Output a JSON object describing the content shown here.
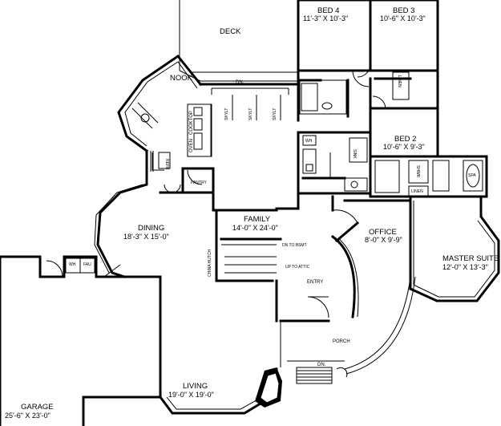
{
  "rooms": {
    "deck": {
      "name": "DECK"
    },
    "nook": {
      "name": "NOOK"
    },
    "bed4": {
      "name": "BED 4",
      "size": "11'-3\" X 10'-3\""
    },
    "bed3": {
      "name": "BED 3",
      "size": "10'-6\" X 10'-3\""
    },
    "bed2": {
      "name": "BED 2",
      "size": "10'-6\" X 9'-3\""
    },
    "dining": {
      "name": "DINING",
      "size": "18'-3\" X 15'-0\""
    },
    "family": {
      "name": "FAMILY",
      "size": "14'-0\" X 24'-0\""
    },
    "office": {
      "name": "OFFICE",
      "size": "8'-0\" X 9'-9\""
    },
    "master": {
      "name": "MASTER SUITE",
      "size": "12'-0\" X 13'-3\""
    },
    "entry": {
      "name": "ENTRY"
    },
    "porch": {
      "name": "PORCH"
    },
    "living": {
      "name": "LIVING",
      "size": "19'-0\" X 19'-0\""
    },
    "garage": {
      "name": "GARAGE",
      "size": "25'-6\" X 23'-0\""
    }
  },
  "fixtures": {
    "linen1": "LINEN",
    "linen2": "LINEN",
    "wh1": "WH",
    "wh2": "WH",
    "fau": "FAU",
    "sink": "SINK",
    "shwr": "SHWR",
    "spa": "SPA",
    "pantry": "PANTRY",
    "china_hutch": "CHINA HUTCH",
    "oven": "OVEN",
    "cooktop": "COOKTOP",
    "refr": "REFR",
    "skylt1": "SKYLT",
    "skylt2": "SKYLT",
    "skylt3": "SKYLT",
    "dn_deck": "DN.",
    "dn_porch": "DN.",
    "dn_bsmt": "DN TO BSMT",
    "up_attic": "UP TO ATTIC"
  }
}
